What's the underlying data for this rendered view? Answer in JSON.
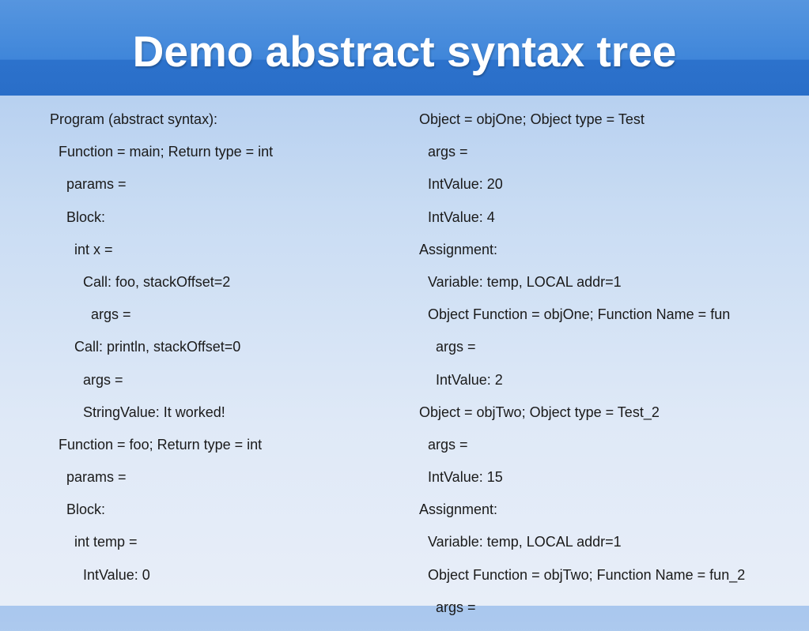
{
  "slide": {
    "title": "Demo abstract syntax tree"
  },
  "left_column": [
    "Program (abstract syntax):",
    "Function = main; Return type = int",
    "params =",
    "Block:",
    "int x =",
    "Call: foo, stackOffset=2",
    "args =",
    "Call: println, stackOffset=0",
    "args =",
    "StringValue: It worked!",
    "Function = foo; Return type = int",
    "params =",
    "Block:",
    "int temp =",
    "IntValue: 0"
  ],
  "right_column": [
    "Object = objOne; Object type = Test",
    "args =",
    "IntValue: 20",
    "IntValue: 4",
    "Assignment:",
    "Variable: temp, LOCAL addr=1",
    "Object Function = objOne; Function Name = fun",
    "args =",
    "IntValue: 2",
    "Object = objTwo; Object type = Test_2",
    "args =",
    "IntValue: 15",
    "Assignment:",
    "Variable: temp, LOCAL addr=1",
    "Object Function = objTwo; Function Name = fun_2",
    "args ="
  ]
}
